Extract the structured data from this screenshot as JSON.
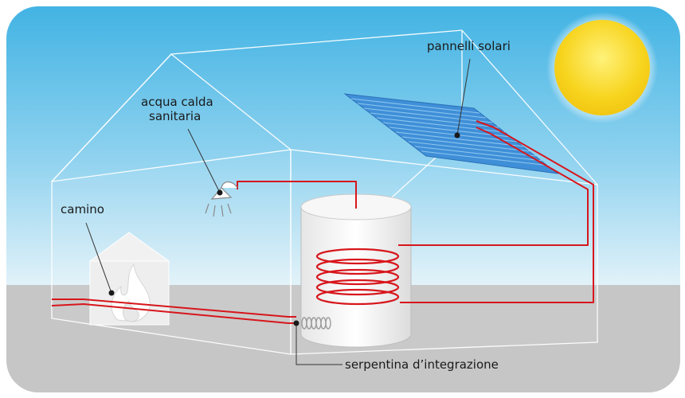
{
  "labels": {
    "panels": "pannelli solari",
    "hot_water_line1": "acqua calda",
    "hot_water_line2": "sanitaria",
    "fireplace": "camino",
    "coil": "serpentina d’integrazione"
  },
  "colors": {
    "sky_top": "#3fb2e3",
    "sky_bottom": "#dff1f9",
    "ground": "#c6c6c6",
    "pipe": "#d7161c",
    "sun": "#f6d21e",
    "panel": "#3f8fd8",
    "house_line": "#ffffff"
  },
  "icons": {
    "sun": "sun-icon",
    "shower": "shower-head-icon",
    "flame": "flame-icon"
  }
}
